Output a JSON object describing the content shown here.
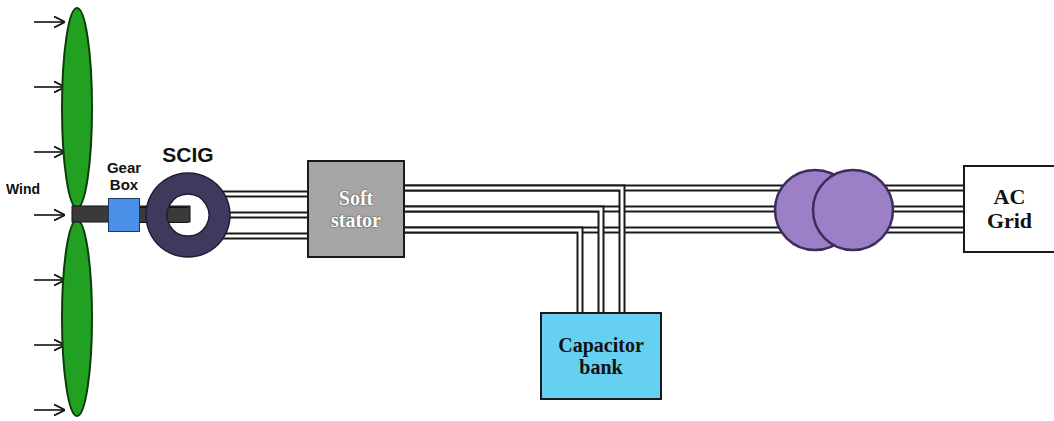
{
  "diagram": {
    "nodes": [
      {
        "text": [
          "Gear Box"
        ]
      },
      {
        "text": [
          "SCIG"
        ]
      },
      {
        "text": [
          "Soft stator"
        ]
      },
      {
        "text": [
          "Capacitor bank"
        ]
      },
      {
        "text": [
          "AC Grid"
        ]
      }
    ],
    "edges": [
      {
        "from": 0,
        "to": 1,
        "arrow": "none"
      },
      {
        "from": 1,
        "to": 2,
        "arrow": "none"
      },
      {
        "from": 2,
        "to": 4,
        "arrow": "none"
      },
      {
        "from": 2,
        "to": 3,
        "arrow": "none"
      }
    ],
    "labels": [
      "Wind"
    ]
  }
}
